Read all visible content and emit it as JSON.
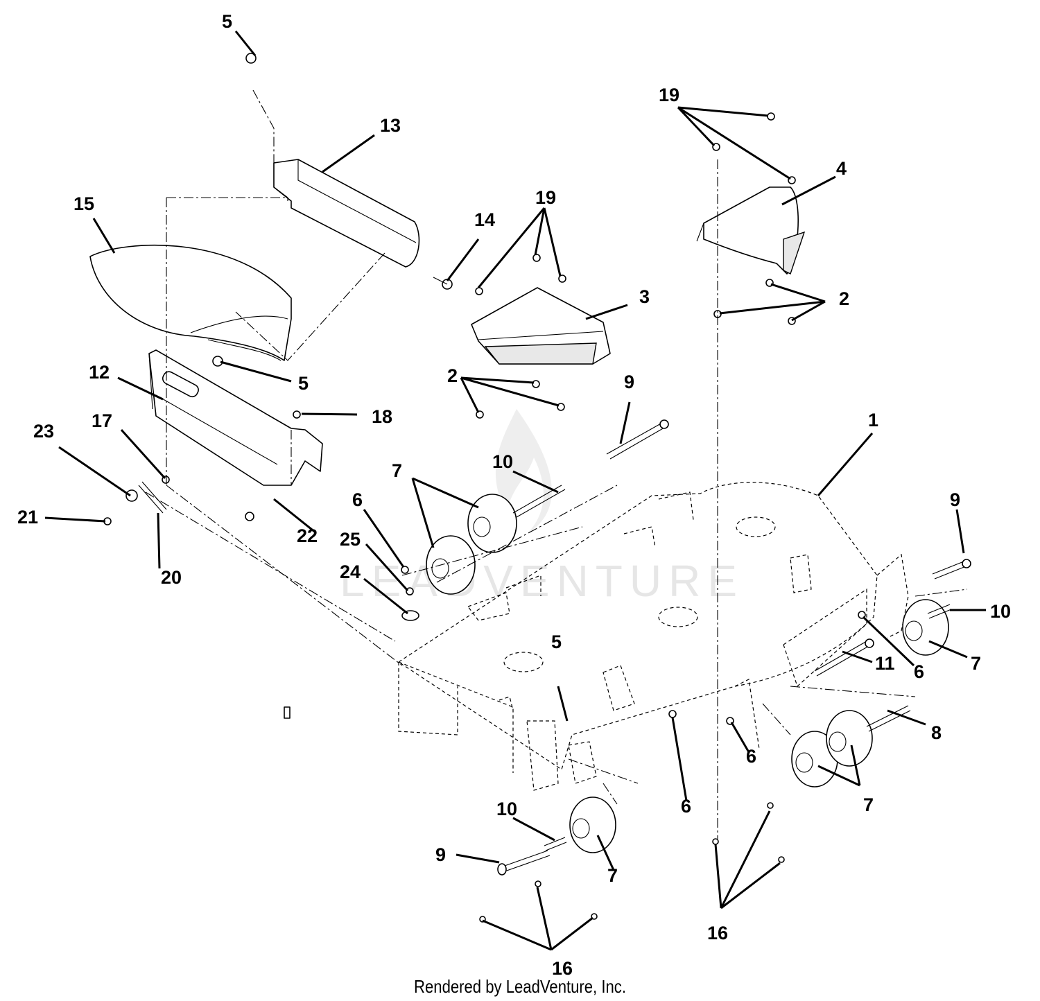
{
  "diagram": {
    "callouts": {
      "c1": "1",
      "c2a": "2",
      "c2b": "2",
      "c3": "3",
      "c4": "4",
      "c5a": "5",
      "c5b": "5",
      "c5c": "5",
      "c6a": "6",
      "c6b": "6",
      "c6c": "6",
      "c6d": "6",
      "c7a": "7",
      "c7b": "7",
      "c7c": "7",
      "c7d": "7",
      "c8": "8",
      "c9a": "9",
      "c9b": "9",
      "c9c": "9",
      "c10a": "10",
      "c10b": "10",
      "c10c": "10",
      "c11": "11",
      "c12": "12",
      "c13": "13",
      "c14": "14",
      "c15": "15",
      "c16a": "16",
      "c16b": "16",
      "c17": "17",
      "c18": "18",
      "c19a": "19",
      "c19b": "19",
      "c20": "20",
      "c21": "21",
      "c22": "22",
      "c23": "23",
      "c24": "24",
      "c25": "25"
    },
    "watermark": "LEADVENTURE",
    "footer": "Rendered by LeadVenture, Inc."
  }
}
